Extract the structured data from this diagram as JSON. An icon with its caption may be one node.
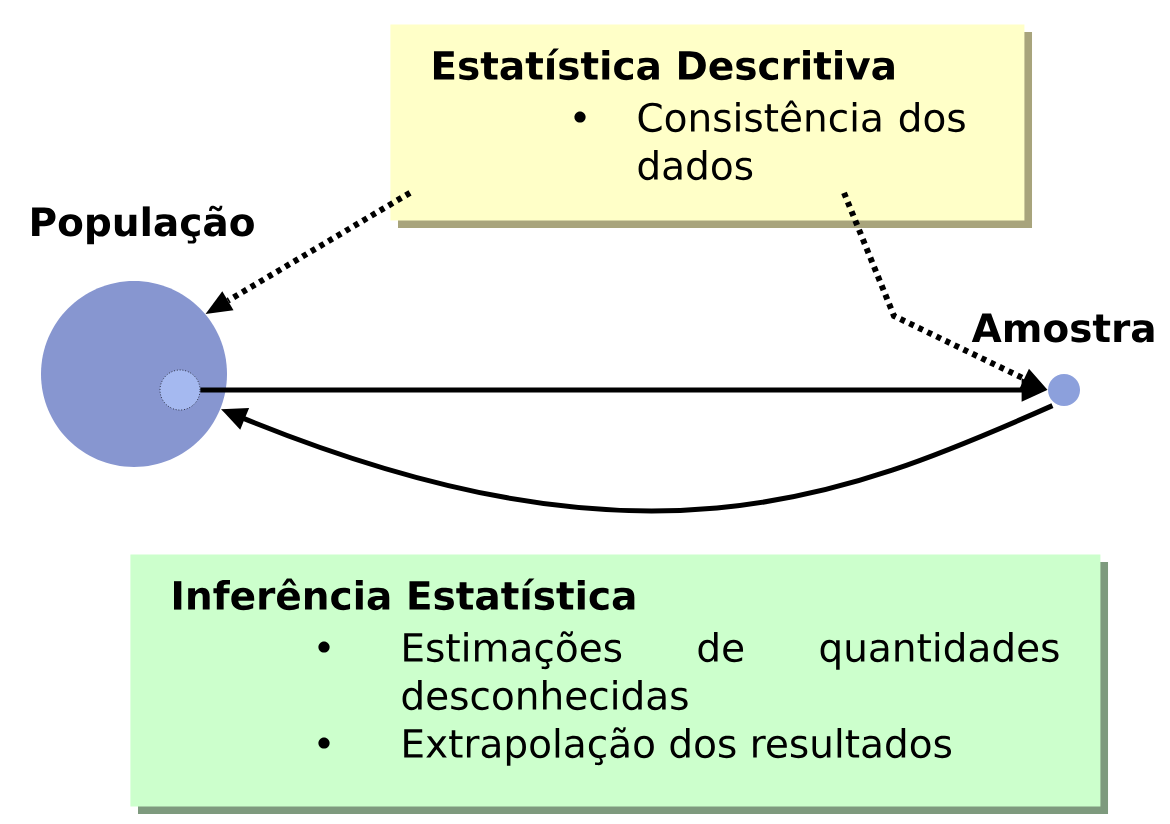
{
  "diagram": {
    "nodes": [
      {
        "text": [
          "Estatística Descritiva",
          "Consistência dos dados"
        ]
      },
      {
        "text": [
          "População"
        ]
      },
      {
        "text": [],
        "shape": "circle",
        "in": 1
      },
      {
        "text": [
          "Amostra"
        ]
      },
      {
        "text": [
          "Inferência Estatística",
          "Estimações de quantidades desconhecidas",
          "Extrapolação dos resultados"
        ]
      }
    ],
    "edges": [
      {
        "from": 0,
        "to": 1,
        "arrow": "to",
        "style": "dashed"
      },
      {
        "from": 0,
        "to": 3,
        "arrow": "to",
        "style": "dashed"
      },
      {
        "from": 2,
        "to": 3,
        "arrow": "to"
      },
      {
        "from": 3,
        "to": 1,
        "arrow": "to"
      }
    ]
  }
}
